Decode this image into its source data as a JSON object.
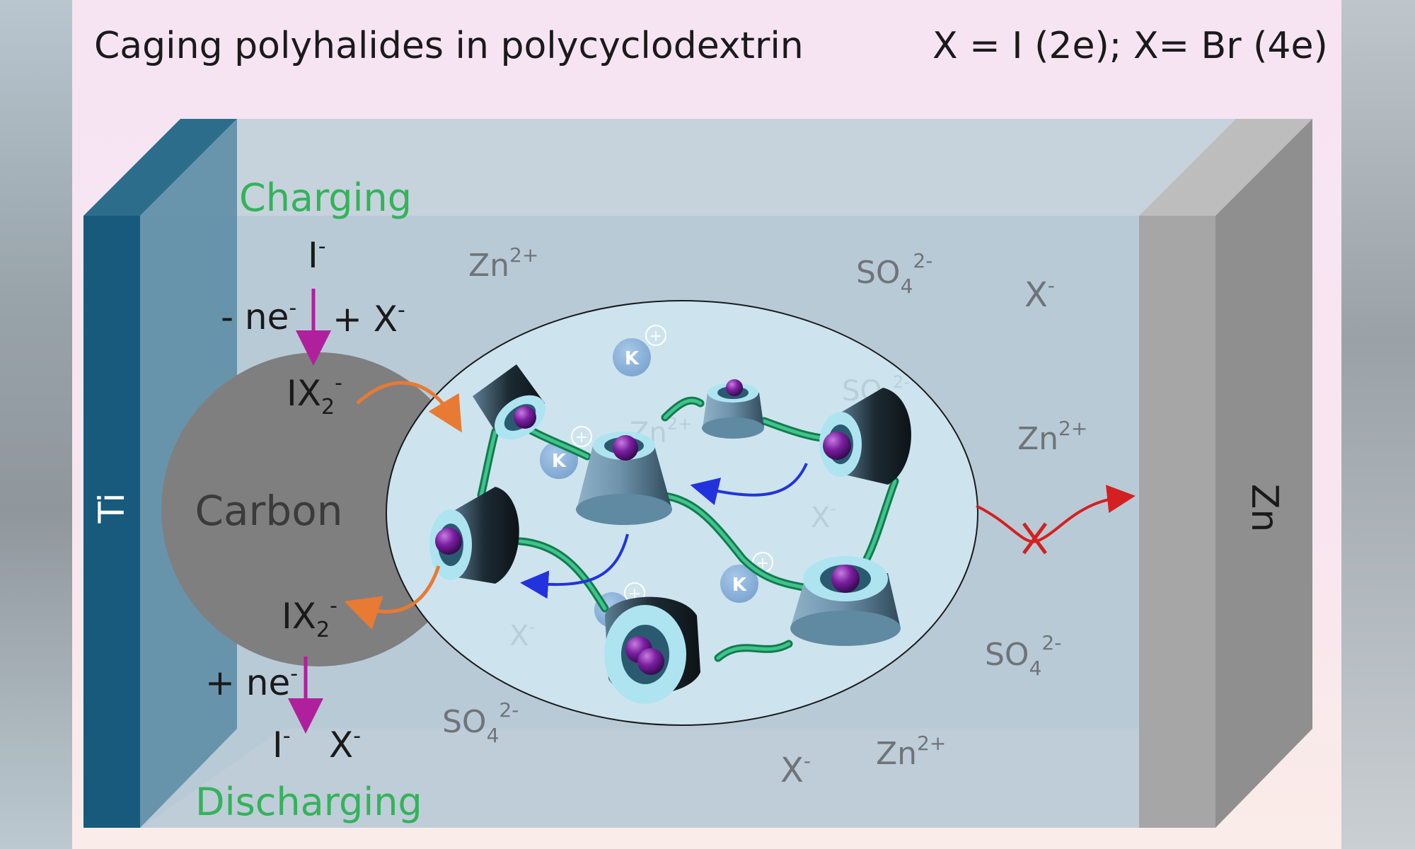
{
  "header": {
    "title": "Caging polyhalides in polycyclodextrin",
    "equation": "X = I (2e); X= Br (4e)"
  },
  "electrodes": {
    "left": "Ti",
    "right": "Zn",
    "carbon": "Carbon"
  },
  "charging": {
    "label": "Charging",
    "reactant": "I",
    "reactant_sup": "-",
    "electron": "- ne",
    "electron_sup": "-",
    "plus_x": "+ X",
    "plus_x_sup": "-",
    "product": "IX",
    "product_sub": "2",
    "product_sup": "-"
  },
  "discharging": {
    "label": "Discharging",
    "reactant": "IX",
    "reactant_sub": "2",
    "reactant_sup": "-",
    "electron": "+ ne",
    "electron_sup": "-",
    "product_i": "I",
    "product_i_sup": "-",
    "product_x": "X",
    "product_x_sup": "-"
  },
  "ions": {
    "zn": "Zn",
    "zn_sup": "2+",
    "so4": "SO",
    "so4_sub": "4",
    "so4_sup": "2-",
    "x": "X",
    "x_sup": "-",
    "k": "K",
    "plus": "+"
  },
  "colors": {
    "ti_electrode": "#1c5f80",
    "zn_electrode": "#a3a3a3",
    "electrolyte": "#b8cbd9",
    "carbon": "#7d7d7d",
    "cage": "#cfe6ef",
    "charging_green": "#33b35a",
    "purple_arrow": "#b0209c",
    "orange_arrow": "#e87a34",
    "blue_arrow": "#2233dd",
    "red_block": "#d42020"
  }
}
